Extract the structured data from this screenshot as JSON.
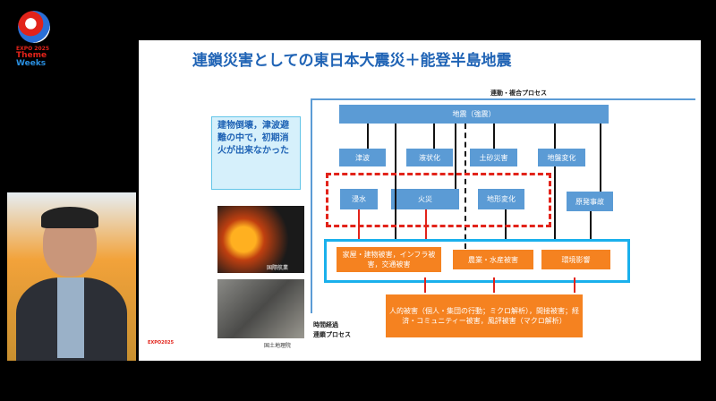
{
  "branding": {
    "logo_line1": "EXPO 2025",
    "logo_line2": "Theme",
    "logo_line3": "Weeks"
  },
  "slide": {
    "title": "連鎖災害としての東日本大震災＋能登半島地震",
    "axis_x_label": "連動・複合プロセス",
    "axis_y_label_1": "時間経過",
    "axis_y_label_2": "連鎖プロセス",
    "callout": "建物倒壊，津波避難の中で，初期消火が出来なかった",
    "boxes": {
      "earthquake": "地震（強震）",
      "tsunami": "津波",
      "liquefaction": "液状化",
      "landslide": "土砂災害",
      "ground_change": "地盤変化",
      "flooding": "浸水",
      "fire": "火災",
      "terrain_change": "地形変化",
      "nuclear": "原発事故",
      "building_damage": "家屋・建物被害，インフラ被害，交通被害",
      "agri_damage": "農業・水産被害",
      "env_impact": "環境影響",
      "human_damage": "人的被害（個人・集団の行動；ミクロ解析），間接被害；経済・コミュニティー被害，風評被害（マクロ解析）"
    },
    "photo1_caption": "国際航業",
    "photo2_caption": "国土地理院",
    "footer_logo": "EXPO2025"
  },
  "colors": {
    "blue": "#5b9bd5",
    "orange": "#f58220",
    "red": "#e2231a",
    "title": "#1f63b5"
  }
}
